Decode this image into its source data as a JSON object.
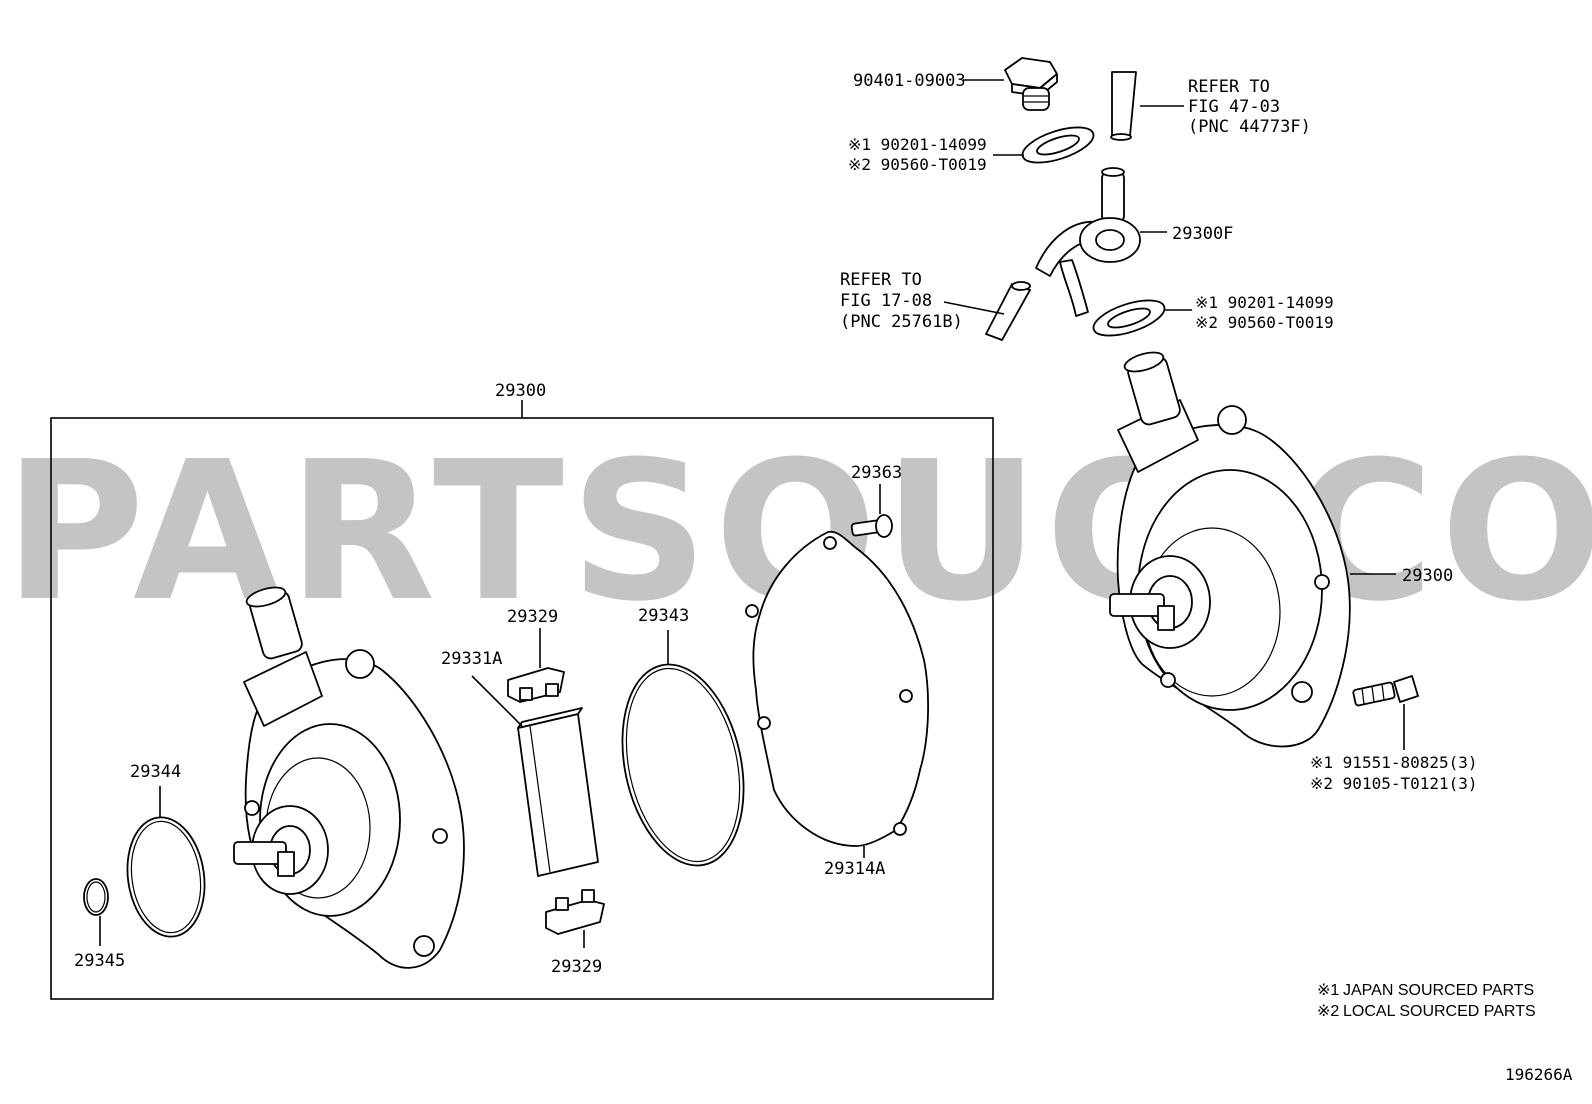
{
  "watermark": "PARTSOUQ.COM",
  "diagram_id": "196266A",
  "assembly_box_label": "29300",
  "labels": {
    "p90401": "90401-09003",
    "refer_upper_1": "REFER TO",
    "refer_upper_2": "FIG 47-03",
    "refer_upper_3": "(PNC 44773F)",
    "washer_top_1": "※1 90201-14099",
    "washer_top_2": "※2 90560-T0019",
    "p29300F": "29300F",
    "refer_lower_1": "REFER TO",
    "refer_lower_2": "FIG 17-08",
    "refer_lower_3": "(PNC 25761B)",
    "washer_bot_1": "※1 90201-14099",
    "washer_bot_2": "※2 90560-T0019",
    "p29300_right": "29300",
    "bolt_1": "※1 91551-80825(3)",
    "bolt_2": "※2 90105-T0121(3)",
    "p29363": "29363",
    "p29329_top": "29329",
    "p29343": "29343",
    "p29331A": "29331A",
    "p29344": "29344",
    "p29314A": "29314A",
    "p29345": "29345",
    "p29329_bot": "29329"
  },
  "notes": [
    {
      "mark": "※1",
      "text": "JAPAN SOURCED PARTS"
    },
    {
      "mark": "※2",
      "text": "LOCAL SOURCED PARTS"
    }
  ]
}
